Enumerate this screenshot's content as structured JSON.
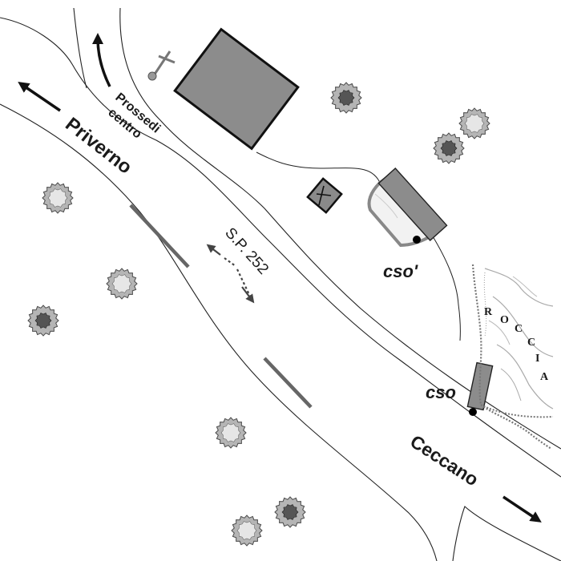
{
  "labels": {
    "prossedi_line1": "Prossedi",
    "prossedi_line2": "centro",
    "priverno": "Priverno",
    "ceccano": "Ceccano",
    "road": "S.P. 252",
    "cso_prime": "cso'",
    "cso": "cso",
    "roccia": [
      "R",
      "O",
      "C",
      "C",
      "I",
      "A"
    ]
  },
  "colors": {
    "building_fill": "#8c8c8c",
    "dark_line": "#111111",
    "guard_rail": "#666666",
    "rock_dots": "#777777",
    "rock_lines": "#aaaaaa"
  },
  "icons": {
    "cemetery_cross": "cross-icon",
    "church": "church-cross-icon",
    "bush": "bush-icon",
    "tree": "tree-icon"
  }
}
